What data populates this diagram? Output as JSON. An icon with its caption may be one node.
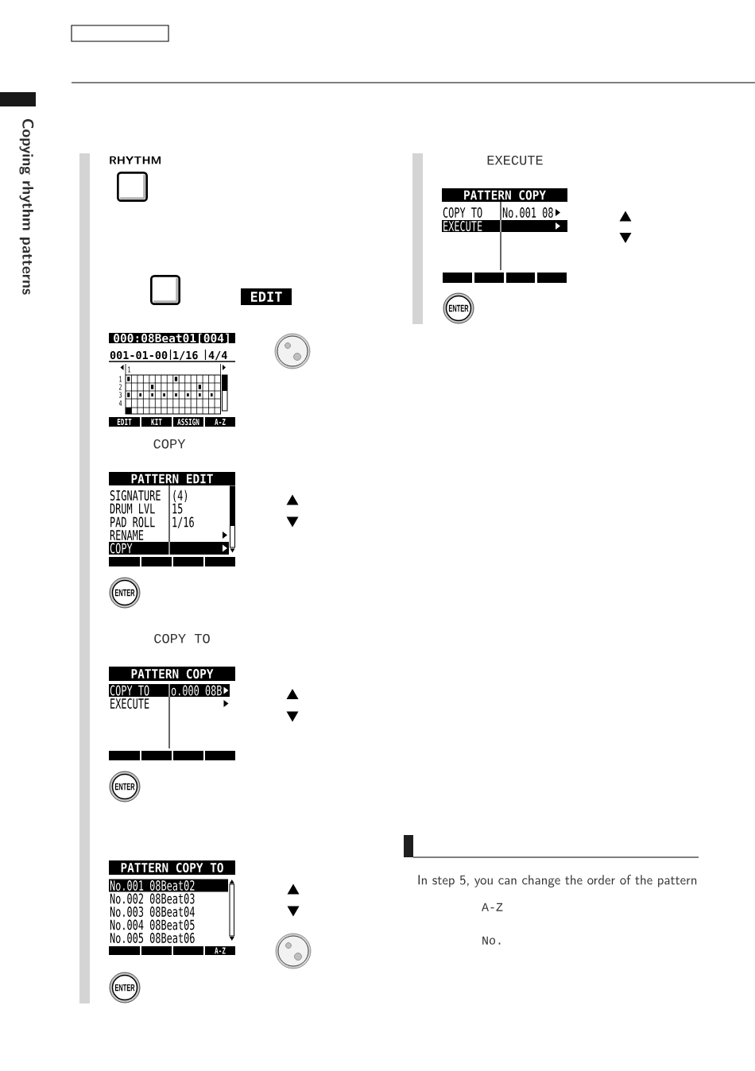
{
  "diagram": {
    "nodes": [
      {
        "text": [
          "RHYTHM"
        ]
      },
      {
        "text": [],
        "shape": "box"
      },
      {
        "text": [
          "EDIT"
        ]
      },
      {
        "text": [
          "000:08Beat01[004]",
          "001-01-00",
          "1/16",
          "4/4",
          "1",
          "1",
          "2",
          "3",
          "4",
          "EDIT",
          "KIT",
          "ASSIGN",
          "A-Z"
        ]
      },
      {
        "text": [
          "PATTERN EDIT",
          "SIGNATURE",
          "(4)",
          "DRUM LVL",
          "15",
          "PAD ROLL",
          "1/16",
          "RENAME",
          "COPY"
        ]
      },
      {
        "text": [
          "ENTER"
        ]
      },
      {
        "text": [
          "PATTERN COPY",
          "COPY TO",
          "o.000 08B",
          "EXECUTE"
        ]
      },
      {
        "text": [
          "ENTER"
        ]
      },
      {
        "text": [
          "PATTERN COPY TO",
          "No.001 08Beat02",
          "No.002 08Beat03",
          "No.003 08Beat04",
          "No.004 08Beat05",
          "No.005 08Beat06",
          "A-Z"
        ]
      },
      {
        "text": [
          "ENTER"
        ]
      },
      {
        "text": [
          "PATTERN COPY",
          "COPY TO",
          "No.001 08",
          "EXECUTE"
        ]
      },
      {
        "text": [
          "ENTER"
        ]
      }
    ],
    "labels": [
      "Copying rhythm patterns",
      "COPY",
      "COPY TO",
      "EXECUTE",
      "In step 5, you can change the order of the pattern",
      "A-Z",
      "No."
    ]
  }
}
